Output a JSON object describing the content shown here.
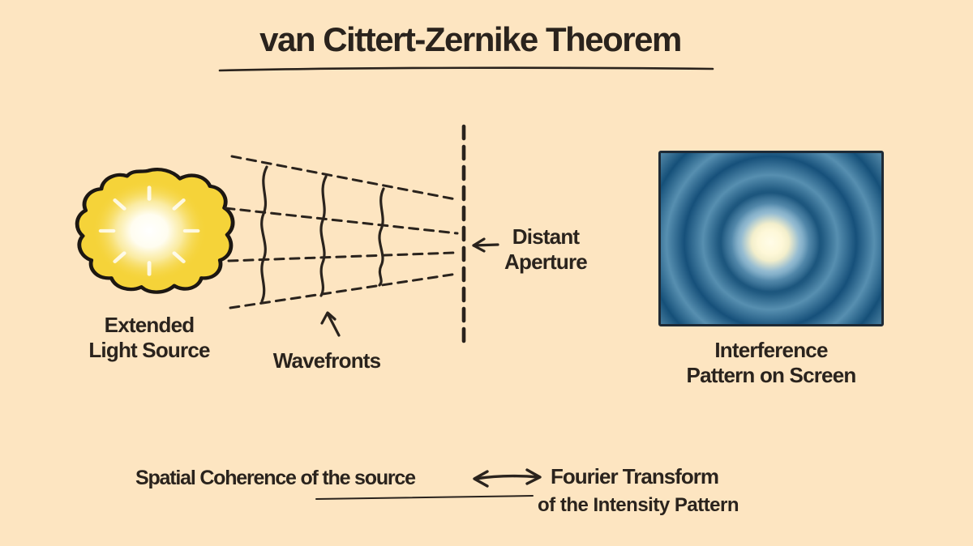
{
  "colors": {
    "bg": "#FDE5C1",
    "ink": "#2A231D",
    "source-yellow": "#F5D339",
    "screen-dark-blue": "#175179",
    "screen-light-blue": "#578FB0",
    "screen-center": "#FFFBE3"
  },
  "title": {
    "text": "van Cittert-Zernike Theorem"
  },
  "source": {
    "label": "Extended\nLight Source"
  },
  "wavefronts": {
    "label": "Wavefronts"
  },
  "aperture": {
    "label": "Distant\nAperture"
  },
  "screen": {
    "label": "Interference\nPattern on Screen"
  },
  "relation": {
    "left": "Spatial Coherence of the source",
    "right_line1": "Fourier Transform",
    "right_line2": "of the Intensity Pattern"
  }
}
